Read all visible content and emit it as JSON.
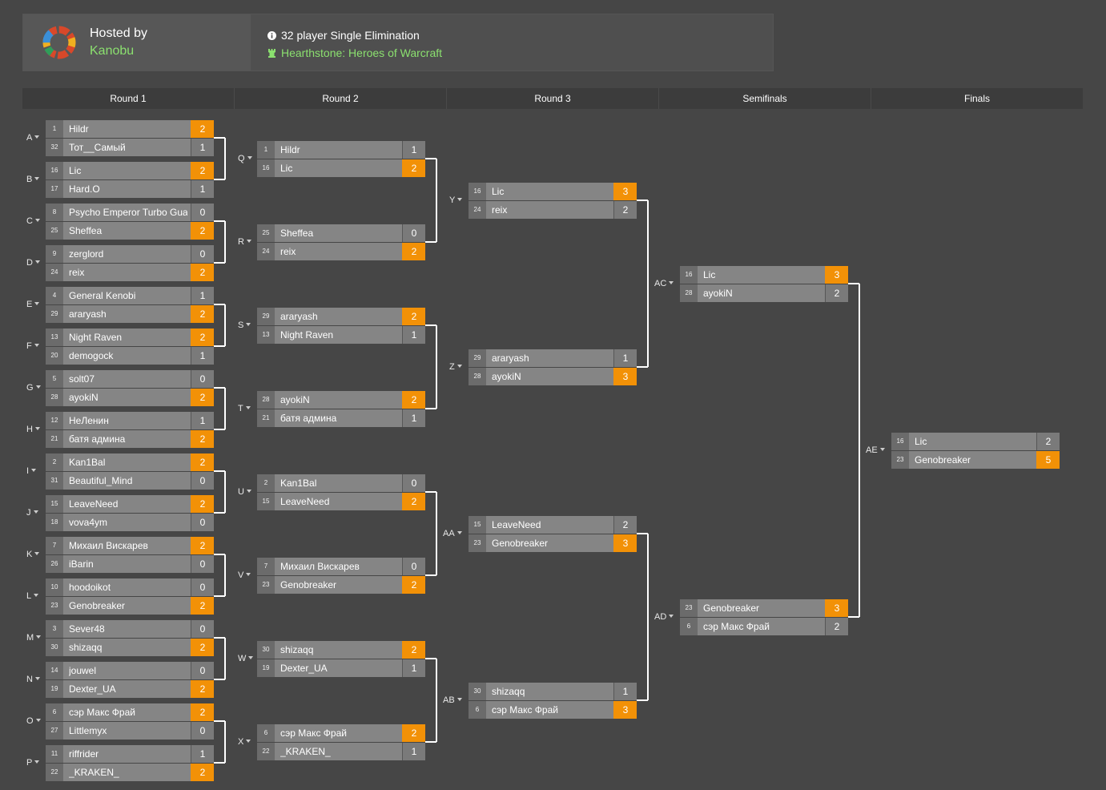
{
  "header": {
    "hosted_by": "Hosted by",
    "host_name": "Kanobu",
    "format": "32 player Single Elimination",
    "game": "Hearthstone: Heroes of Warcraft"
  },
  "rounds": [
    "Round 1",
    "Round 2",
    "Round 3",
    "Semifinals",
    "Finals"
  ],
  "colors": {
    "winner_score": "#f29107",
    "link": "#8be06f",
    "background": "#464646"
  },
  "matches": [
    {
      "id": "A",
      "round": 0,
      "players": [
        {
          "seed": "1",
          "name": "Hildr",
          "score": "2",
          "win": true
        },
        {
          "seed": "32",
          "name": "Тот__Самый",
          "score": "1",
          "win": false
        }
      ]
    },
    {
      "id": "B",
      "round": 0,
      "players": [
        {
          "seed": "16",
          "name": "Lic",
          "score": "2",
          "win": true
        },
        {
          "seed": "17",
          "name": "Hard.O",
          "score": "1",
          "win": false
        }
      ]
    },
    {
      "id": "C",
      "round": 0,
      "players": [
        {
          "seed": "8",
          "name": "Psycho Emperor Turbo Guardian",
          "score": "0",
          "win": false
        },
        {
          "seed": "25",
          "name": "Sheffea",
          "score": "2",
          "win": true
        }
      ]
    },
    {
      "id": "D",
      "round": 0,
      "players": [
        {
          "seed": "9",
          "name": "zerglord",
          "score": "0",
          "win": false
        },
        {
          "seed": "24",
          "name": "reix",
          "score": "2",
          "win": true
        }
      ]
    },
    {
      "id": "E",
      "round": 0,
      "players": [
        {
          "seed": "4",
          "name": "General Kenobi",
          "score": "1",
          "win": false
        },
        {
          "seed": "29",
          "name": "araryash",
          "score": "2",
          "win": true
        }
      ]
    },
    {
      "id": "F",
      "round": 0,
      "players": [
        {
          "seed": "13",
          "name": "Night Raven",
          "score": "2",
          "win": true
        },
        {
          "seed": "20",
          "name": "demogock",
          "score": "1",
          "win": false
        }
      ]
    },
    {
      "id": "G",
      "round": 0,
      "players": [
        {
          "seed": "5",
          "name": "solt07",
          "score": "0",
          "win": false
        },
        {
          "seed": "28",
          "name": "ayokiN",
          "score": "2",
          "win": true
        }
      ]
    },
    {
      "id": "H",
      "round": 0,
      "players": [
        {
          "seed": "12",
          "name": "НеЛенин",
          "score": "1",
          "win": false
        },
        {
          "seed": "21",
          "name": "батя админа",
          "score": "2",
          "win": true
        }
      ]
    },
    {
      "id": "I",
      "round": 0,
      "players": [
        {
          "seed": "2",
          "name": "Kan1Bal",
          "score": "2",
          "win": true
        },
        {
          "seed": "31",
          "name": "Beautiful_Mind",
          "score": "0",
          "win": false
        }
      ]
    },
    {
      "id": "J",
      "round": 0,
      "players": [
        {
          "seed": "15",
          "name": "LeaveNeed",
          "score": "2",
          "win": true
        },
        {
          "seed": "18",
          "name": "vova4ym",
          "score": "0",
          "win": false
        }
      ]
    },
    {
      "id": "K",
      "round": 0,
      "players": [
        {
          "seed": "7",
          "name": "Михаил Вискарев",
          "score": "2",
          "win": true
        },
        {
          "seed": "26",
          "name": "iBarin",
          "score": "0",
          "win": false
        }
      ]
    },
    {
      "id": "L",
      "round": 0,
      "players": [
        {
          "seed": "10",
          "name": "hoodoikot",
          "score": "0",
          "win": false
        },
        {
          "seed": "23",
          "name": "Genobreaker",
          "score": "2",
          "win": true
        }
      ]
    },
    {
      "id": "M",
      "round": 0,
      "players": [
        {
          "seed": "3",
          "name": "Sever48",
          "score": "0",
          "win": false
        },
        {
          "seed": "30",
          "name": "shizaqq",
          "score": "2",
          "win": true
        }
      ]
    },
    {
      "id": "N",
      "round": 0,
      "players": [
        {
          "seed": "14",
          "name": "jouwel",
          "score": "0",
          "win": false
        },
        {
          "seed": "19",
          "name": "Dexter_UA",
          "score": "2",
          "win": true
        }
      ]
    },
    {
      "id": "O",
      "round": 0,
      "players": [
        {
          "seed": "6",
          "name": "сэр Макс Фрай",
          "score": "2",
          "win": true
        },
        {
          "seed": "27",
          "name": "Littlemyx",
          "score": "0",
          "win": false
        }
      ]
    },
    {
      "id": "P",
      "round": 0,
      "players": [
        {
          "seed": "11",
          "name": "riffrider",
          "score": "1",
          "win": false
        },
        {
          "seed": "22",
          "name": "_KRAKEN_",
          "score": "2",
          "win": true
        }
      ]
    },
    {
      "id": "Q",
      "round": 1,
      "players": [
        {
          "seed": "1",
          "name": "Hildr",
          "score": "1",
          "win": false
        },
        {
          "seed": "16",
          "name": "Lic",
          "score": "2",
          "win": true
        }
      ]
    },
    {
      "id": "R",
      "round": 1,
      "players": [
        {
          "seed": "25",
          "name": "Sheffea",
          "score": "0",
          "win": false
        },
        {
          "seed": "24",
          "name": "reix",
          "score": "2",
          "win": true
        }
      ]
    },
    {
      "id": "S",
      "round": 1,
      "players": [
        {
          "seed": "29",
          "name": "araryash",
          "score": "2",
          "win": true
        },
        {
          "seed": "13",
          "name": "Night Raven",
          "score": "1",
          "win": false
        }
      ]
    },
    {
      "id": "T",
      "round": 1,
      "players": [
        {
          "seed": "28",
          "name": "ayokiN",
          "score": "2",
          "win": true
        },
        {
          "seed": "21",
          "name": "батя админа",
          "score": "1",
          "win": false
        }
      ]
    },
    {
      "id": "U",
      "round": 1,
      "players": [
        {
          "seed": "2",
          "name": "Kan1Bal",
          "score": "0",
          "win": false
        },
        {
          "seed": "15",
          "name": "LeaveNeed",
          "score": "2",
          "win": true
        }
      ]
    },
    {
      "id": "V",
      "round": 1,
      "players": [
        {
          "seed": "7",
          "name": "Михаил Вискарев",
          "score": "0",
          "win": false
        },
        {
          "seed": "23",
          "name": "Genobreaker",
          "score": "2",
          "win": true
        }
      ]
    },
    {
      "id": "W",
      "round": 1,
      "players": [
        {
          "seed": "30",
          "name": "shizaqq",
          "score": "2",
          "win": true
        },
        {
          "seed": "19",
          "name": "Dexter_UA",
          "score": "1",
          "win": false
        }
      ]
    },
    {
      "id": "X",
      "round": 1,
      "players": [
        {
          "seed": "6",
          "name": "сэр Макс Фрай",
          "score": "2",
          "win": true
        },
        {
          "seed": "22",
          "name": "_KRAKEN_",
          "score": "1",
          "win": false
        }
      ]
    },
    {
      "id": "Y",
      "round": 2,
      "players": [
        {
          "seed": "16",
          "name": "Lic",
          "score": "3",
          "win": true
        },
        {
          "seed": "24",
          "name": "reix",
          "score": "2",
          "win": false
        }
      ]
    },
    {
      "id": "Z",
      "round": 2,
      "players": [
        {
          "seed": "29",
          "name": "araryash",
          "score": "1",
          "win": false
        },
        {
          "seed": "28",
          "name": "ayokiN",
          "score": "3",
          "win": true
        }
      ]
    },
    {
      "id": "AA",
      "round": 2,
      "players": [
        {
          "seed": "15",
          "name": "LeaveNeed",
          "score": "2",
          "win": false
        },
        {
          "seed": "23",
          "name": "Genobreaker",
          "score": "3",
          "win": true
        }
      ]
    },
    {
      "id": "AB",
      "round": 2,
      "players": [
        {
          "seed": "30",
          "name": "shizaqq",
          "score": "1",
          "win": false
        },
        {
          "seed": "6",
          "name": "сэр Макс Фрай",
          "score": "3",
          "win": true
        }
      ]
    },
    {
      "id": "AC",
      "round": 3,
      "players": [
        {
          "seed": "16",
          "name": "Lic",
          "score": "3",
          "win": true
        },
        {
          "seed": "28",
          "name": "ayokiN",
          "score": "2",
          "win": false
        }
      ]
    },
    {
      "id": "AD",
      "round": 3,
      "players": [
        {
          "seed": "23",
          "name": "Genobreaker",
          "score": "3",
          "win": true
        },
        {
          "seed": "6",
          "name": "сэр Макс Фрай",
          "score": "2",
          "win": false
        }
      ]
    },
    {
      "id": "AE",
      "round": 4,
      "players": [
        {
          "seed": "16",
          "name": "Lic",
          "score": "2",
          "win": false
        },
        {
          "seed": "23",
          "name": "Genobreaker",
          "score": "5",
          "win": true
        }
      ]
    }
  ]
}
